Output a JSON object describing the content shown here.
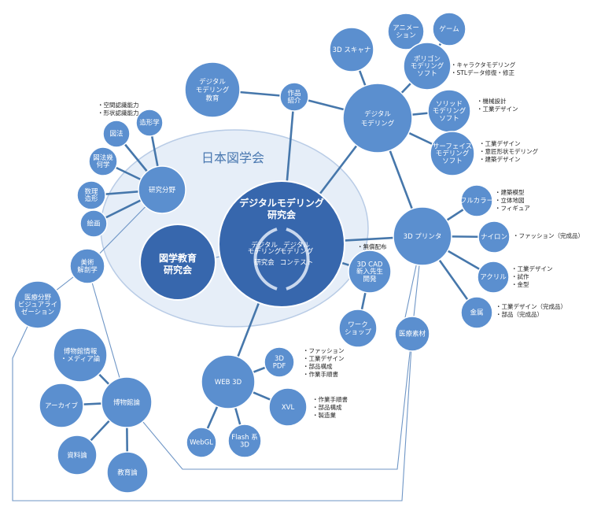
{
  "colors": {
    "node": "#5b8fcf",
    "node_dark": "#3767ad",
    "ellipse_fill": "#e6eef8",
    "line": "#4677ab"
  },
  "society": {
    "title": "日本図学会"
  },
  "center": {
    "title_line1": "デジタルモデリング",
    "title_line2": "研究会",
    "left_label1": "デジタル",
    "left_label2": "モデリング",
    "left_label3": "研究会",
    "right_label1": "デジタル",
    "right_label2": "モデリング",
    "right_label3": "コンテスト"
  },
  "education_group": {
    "line1": "図学教育",
    "line2": "研究会"
  },
  "nodes": {
    "dm_education": [
      "デジタル",
      "モデリング",
      "教育"
    ],
    "works": [
      "作品",
      "紹介"
    ],
    "digital_modeling": [
      "デジタル",
      "モデリング"
    ],
    "scanner": [
      "3D スキャナ"
    ],
    "animation": [
      "アニメー",
      "ション"
    ],
    "game": [
      "ゲーム"
    ],
    "polygon": [
      "ポリゴン",
      "モデリング",
      "ソフト"
    ],
    "solid": [
      "ソリッド",
      "モデリング",
      "ソフト"
    ],
    "surface": [
      "サーフェイス",
      "モデリング",
      "ソフト"
    ],
    "printer": [
      "3D プリンタ"
    ],
    "full_color": [
      "フルカラー"
    ],
    "nylon": [
      "ナイロン"
    ],
    "acrylic": [
      "アクリル"
    ],
    "metal": [
      "金属"
    ],
    "medical_material": [
      "医療素材"
    ],
    "cad": [
      "3D CAD",
      "新入先生",
      "開発"
    ],
    "workshop": [
      "ワーク",
      "ショップ"
    ],
    "research": [
      "研究分野"
    ],
    "projection": [
      "造形学"
    ],
    "drawing": [
      "図法"
    ],
    "graphics": [
      "図法幾",
      "何学"
    ],
    "cg": [
      "数理",
      "造形"
    ],
    "design_art": [
      "絵画"
    ],
    "anatomy": [
      "美術",
      "解剖学"
    ],
    "medical_vis": [
      "医療分野",
      "ビジュアライ",
      "ゼーション"
    ],
    "web3d": [
      "WEB 3D"
    ],
    "pdf3d": [
      "3D",
      "PDF"
    ],
    "xvl": [
      "XVL"
    ],
    "webgl": [
      "WebGL"
    ],
    "flash": [
      "Flash 系",
      "3D"
    ],
    "museum": [
      "博物館論"
    ],
    "museum_info": [
      "博物館情報",
      "・メディア論"
    ],
    "archive": [
      "アーカイブ"
    ],
    "materials": [
      "資料論"
    ],
    "edu_theory": [
      "教育論"
    ]
  },
  "annotations": {
    "polygon": [
      "・キャラクタモデリング",
      "・STLデータ修復・修正"
    ],
    "solid": [
      "・機械設計",
      "・工業デザイン"
    ],
    "surface": [
      "・工業デザイン",
      "・意匠形状モデリング",
      "・建築デザイン"
    ],
    "full_color": [
      "・建築模型",
      "・立体地図",
      "・フィギュア"
    ],
    "nylon": [
      "・ファッション（完成品）"
    ],
    "acrylic": [
      "・工業デザイン",
      "・試作",
      "・金型"
    ],
    "metal": [
      "・工業デザイン（完成品）",
      "・部品（完成品）"
    ],
    "cad": [
      "・無償配布"
    ],
    "pdf3d": [
      "・ファッション",
      "・工業デザイン",
      "・部品構成",
      "・作業手順書"
    ],
    "xvl": [
      "・作業手順書",
      "・部品構成",
      "・製造業"
    ],
    "drawing": [
      "・空間認識能力",
      "・形状認識能力"
    ]
  }
}
